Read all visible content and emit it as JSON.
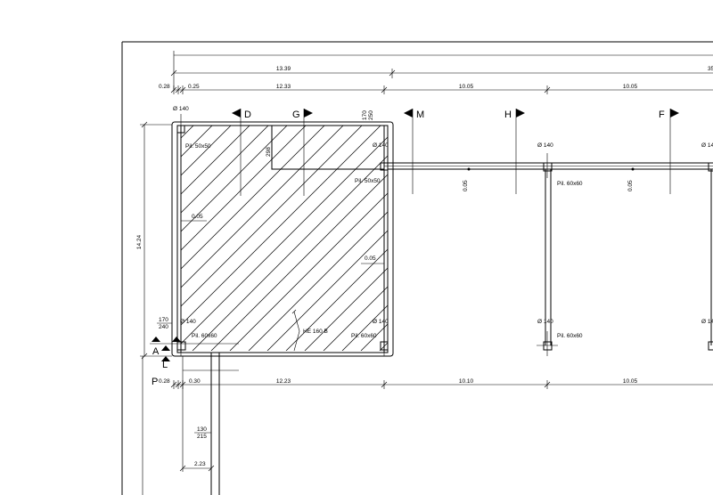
{
  "dimensions": {
    "overall": {
      "a": "13.39",
      "b": "35"
    },
    "top_row": {
      "p1": "0.28",
      "p2": "0.25",
      "p3": "12.33",
      "p4": "10.05",
      "p5": "10.05"
    },
    "bottom_row": {
      "p1": "0.28",
      "p2": "0.30",
      "p3": "12.23",
      "p4": "10.10",
      "p5": "10.05"
    },
    "height_left": "14.24",
    "small_298": "298",
    "small_005": "0.05",
    "top_stack": {
      "a": "170",
      "b": "250"
    },
    "left_stack": {
      "a": "170",
      "b": "240"
    },
    "bottom_stack": {
      "a": "130",
      "b": "215"
    },
    "lower_width": "2.23"
  },
  "columns": {
    "dia": "Ø 140",
    "pil_50": "Pil. 50x50",
    "pil_60": "Pil. 60x60",
    "beam": "HE 160 B"
  },
  "sections": {
    "d": "D",
    "g": "G",
    "m": "M",
    "h": "H",
    "f": "F",
    "a": "A",
    "l": "L",
    "p": "P"
  }
}
